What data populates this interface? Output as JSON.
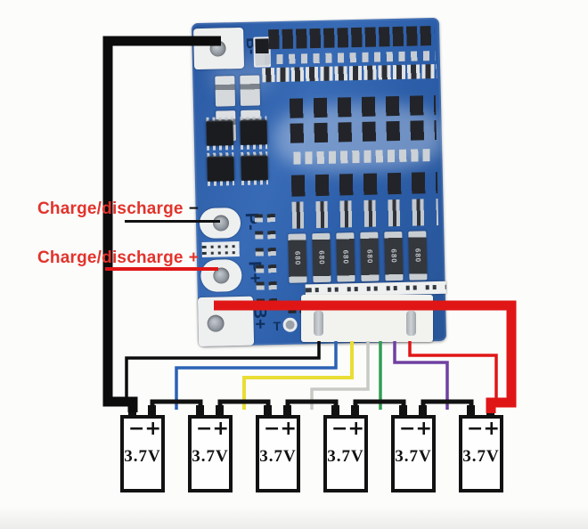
{
  "annotations": {
    "text_color": "#e2332b",
    "label_minus": {
      "text": "Charge/discharge",
      "sign": "−",
      "sign_color": "#111111",
      "line_color": "#111111"
    },
    "label_plus": {
      "text": "Charge/discharge",
      "sign": "+",
      "sign_color": "#e2332b",
      "line_color": "#e01616"
    }
  },
  "board": {
    "pcb_color": "#2e61ab",
    "pads": {
      "b_minus": "B-",
      "p_minus": "P-",
      "p_plus": "P+",
      "b_plus": "B+",
      "temp": "T"
    },
    "resistor_marking": "680"
  },
  "wires": {
    "pack_negative": {
      "name": "pack-negative-thick-black",
      "color": "#0c0c0c"
    },
    "pack_positive": {
      "name": "pack-positive-thick-red",
      "color": "#e01616"
    },
    "balance": [
      {
        "name": "pin1-black",
        "color": "#0c0c0c"
      },
      {
        "name": "pin2-blue",
        "color": "#2b62b4"
      },
      {
        "name": "pin3-yellow",
        "color": "#e9dd35"
      },
      {
        "name": "pin4-white",
        "color": "#c9c9c5"
      },
      {
        "name": "pin5-green",
        "color": "#2f9e53"
      },
      {
        "name": "pin6-purple",
        "color": "#6f41a1"
      },
      {
        "name": "pin7-red",
        "color": "#e01616"
      }
    ]
  },
  "batteries": {
    "count": 6,
    "voltage": "3.7V",
    "minus": "−",
    "plus": "+",
    "link_color": "#111111"
  }
}
